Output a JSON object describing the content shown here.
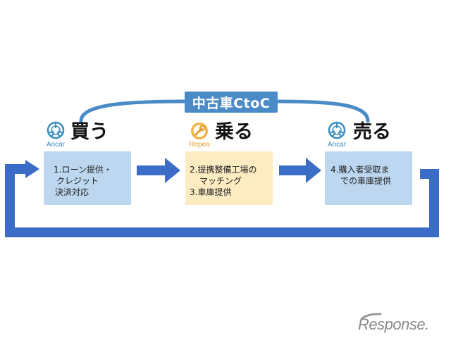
{
  "title": "中古車CtoC",
  "stages": [
    {
      "logo_icon": "ancar-wheel-icon",
      "logo_text": "Ancar",
      "label": "買う",
      "box_lines": [
        "1.ローン提供・",
        "クレジット",
        "決済対応"
      ]
    },
    {
      "logo_icon": "repea-wrench-icon",
      "logo_text": "Repea",
      "label": "乗る",
      "box_lines": [
        "2.提携整備工場の",
        "マッチング",
        "3.車庫提供"
      ]
    },
    {
      "logo_icon": "ancar-wheel-icon",
      "logo_text": "Ancar",
      "label": "売る",
      "box_lines": [
        "4.購入者受取ま",
        "での車庫提供"
      ]
    }
  ],
  "watermark": "Response.",
  "colors": {
    "arrow": "#3b6cc8",
    "arc": "#4a8ac6",
    "box_blue": "#bcd7ef",
    "box_yellow": "#fdebc2",
    "logo_blue": "#3a8dc0",
    "logo_orange": "#e39a2c"
  }
}
